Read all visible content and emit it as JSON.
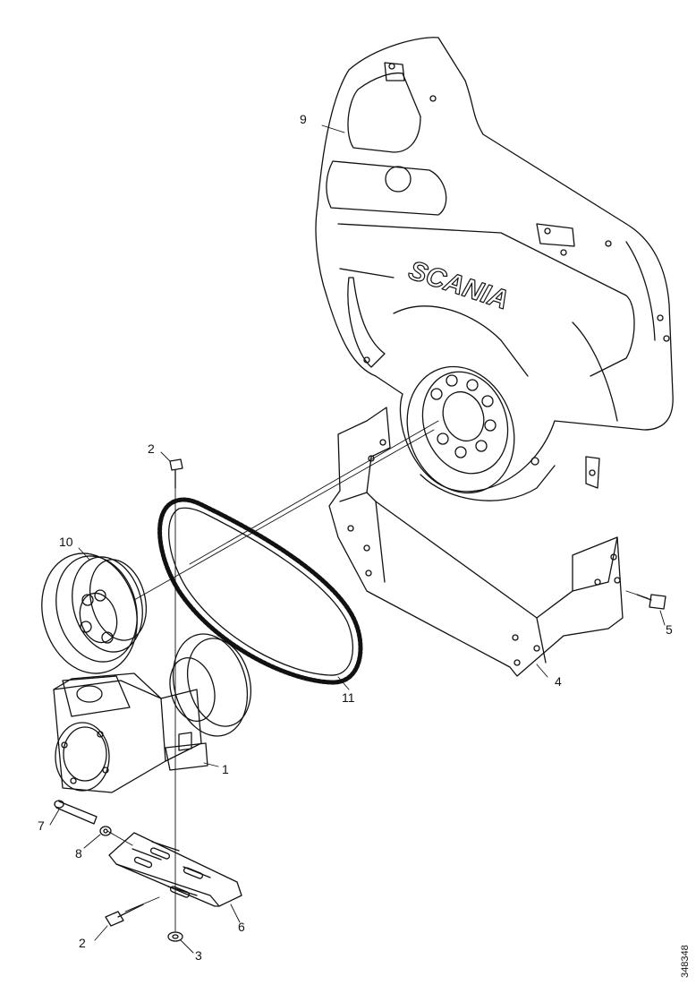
{
  "brand": "SCANIA",
  "figure_id": "348348",
  "callouts": {
    "p1": "1",
    "p2a": "2",
    "p2b": "2",
    "p3": "3",
    "p4": "4",
    "p5": "5",
    "p6": "6",
    "p7": "7",
    "p8": "8",
    "p9": "9",
    "p10": "10",
    "p11": "11"
  },
  "colors": {
    "line": "#111111",
    "paper": "#ffffff"
  }
}
